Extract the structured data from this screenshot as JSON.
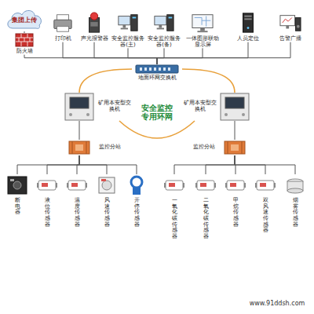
{
  "diagram": {
    "nodes": [
      {
        "text": [
          "集团上传"
        ]
      },
      {
        "text": [
          "防火墙"
        ]
      },
      {
        "text": [
          "打印机"
        ]
      },
      {
        "text": [
          "声光报警器"
        ]
      },
      {
        "text": [
          "安全监控服务器(主)"
        ]
      },
      {
        "text": [
          "安全监控服务器(备)"
        ]
      },
      {
        "text": [
          "一体图形联动显示屏"
        ]
      },
      {
        "text": [
          "人员定位"
        ]
      },
      {
        "text": [
          "告警广播"
        ]
      },
      {
        "text": [
          "地面环网交换机"
        ]
      },
      {
        "text": [
          "矿用本安型交换机"
        ]
      },
      {
        "text": [
          "矿用本安型交换机"
        ]
      },
      {
        "text": [
          "监控分站"
        ]
      },
      {
        "text": [
          "监控分站"
        ]
      },
      {
        "text": [
          "断电器"
        ]
      },
      {
        "text": [
          "液位传感器"
        ]
      },
      {
        "text": [
          "温度传感器"
        ]
      },
      {
        "text": [
          "风速传感器"
        ]
      },
      {
        "text": [
          "开停传感器"
        ]
      },
      {
        "text": [
          "一氧化碳传感器"
        ]
      },
      {
        "text": [
          "二氧化碳传感器"
        ]
      },
      {
        "text": [
          "甲烷传感器"
        ]
      },
      {
        "text": [
          "双风速传感器"
        ]
      },
      {
        "text": [
          "烟雾传感器"
        ]
      }
    ],
    "edges": [
      {
        "from": 0,
        "to": 1,
        "arrow": "none"
      },
      {
        "from": 1,
        "to": 9,
        "arrow": "none"
      },
      {
        "from": 2,
        "to": 9,
        "arrow": "none"
      },
      {
        "from": 3,
        "to": 9,
        "arrow": "none"
      },
      {
        "from": 4,
        "to": 9,
        "arrow": "none"
      },
      {
        "from": 5,
        "to": 9,
        "arrow": "none"
      },
      {
        "from": 6,
        "to": 9,
        "arrow": "none"
      },
      {
        "from": 7,
        "to": 9,
        "arrow": "none"
      },
      {
        "from": 8,
        "to": 9,
        "arrow": "none"
      },
      {
        "from": 9,
        "to": 10,
        "arrow": "none"
      },
      {
        "from": 9,
        "to": 11,
        "arrow": "none"
      },
      {
        "from": 10,
        "to": 11,
        "arrow": "none"
      },
      {
        "from": 10,
        "to": 12,
        "arrow": "none"
      },
      {
        "from": 11,
        "to": 13,
        "arrow": "none"
      },
      {
        "from": 12,
        "to": 14,
        "arrow": "none"
      },
      {
        "from": 12,
        "to": 15,
        "arrow": "none"
      },
      {
        "from": 12,
        "to": 16,
        "arrow": "none"
      },
      {
        "from": 12,
        "to": 17,
        "arrow": "none"
      },
      {
        "from": 12,
        "to": 18,
        "arrow": "none"
      },
      {
        "from": 13,
        "to": 19,
        "arrow": "none"
      },
      {
        "from": 13,
        "to": 20,
        "arrow": "none"
      },
      {
        "from": 13,
        "to": 21,
        "arrow": "none"
      },
      {
        "from": 13,
        "to": 22,
        "arrow": "none"
      },
      {
        "from": 13,
        "to": 23,
        "arrow": "none"
      }
    ],
    "labels": [
      "安全监控专用环网",
      "www.91ddsh.com"
    ]
  }
}
